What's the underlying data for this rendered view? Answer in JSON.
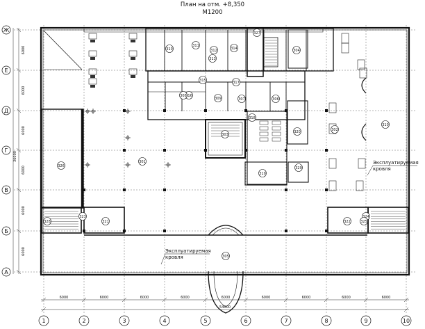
{
  "title": "План на отм. +8,350",
  "scale": "М1200",
  "axes_letters": [
    "Ж",
    "Е",
    "Д",
    "Г",
    "В",
    "Б",
    "А"
  ],
  "axes_numbers": [
    "1",
    "2",
    "3",
    "4",
    "5",
    "6",
    "7",
    "8",
    "9",
    "10"
  ],
  "spans_h": [
    "6000",
    "6000",
    "6000",
    "6000",
    "6000",
    "6000",
    "6000",
    "6000",
    "6000"
  ],
  "spans_v": [
    "6000",
    "6000",
    "6000",
    "6000",
    "6000",
    "6000"
  ],
  "total_h": "54000",
  "total_v": "36000",
  "roof_label": "Эксплуатируемая кровля",
  "roof_label_line1": "Эксплуатируемая",
  "roof_label_line2": "кровля",
  "rooms": [
    "310",
    "311",
    "312",
    "313",
    "314",
    "315",
    "316",
    "317",
    "318",
    "319",
    "320",
    "321",
    "322",
    "323",
    "324",
    "325",
    "326",
    "327",
    "328",
    "301",
    "302",
    "303",
    "304",
    "305",
    "306",
    "307",
    "308",
    "309"
  ],
  "corner_rooms": [
    "327",
    "328",
    "321",
    "322",
    "323",
    "324"
  ],
  "main_rooms": {
    "central": "301",
    "right": "302",
    "stair": "303",
    "terrace": "305",
    "right_edge": "310"
  }
}
